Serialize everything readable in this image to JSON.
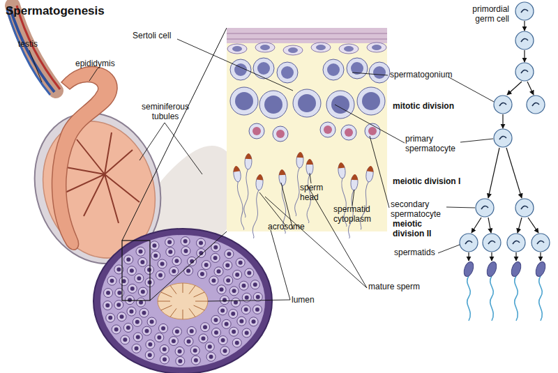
{
  "diagram": {
    "title": "Spermatogenesis",
    "labels": [
      "testis",
      "epididymis",
      "seminiferous tubules",
      "Sertoli cell",
      "spermatogonium",
      "mitotic division",
      "primary spermatocyte",
      "meiotic division I",
      "secondary spermatocyte",
      "meiotic division II",
      "spermatids",
      "mature sperm",
      "primordial germ cell",
      "sperm head",
      "spermatid cytoplasm",
      "acrosome",
      "lumen"
    ]
  }
}
